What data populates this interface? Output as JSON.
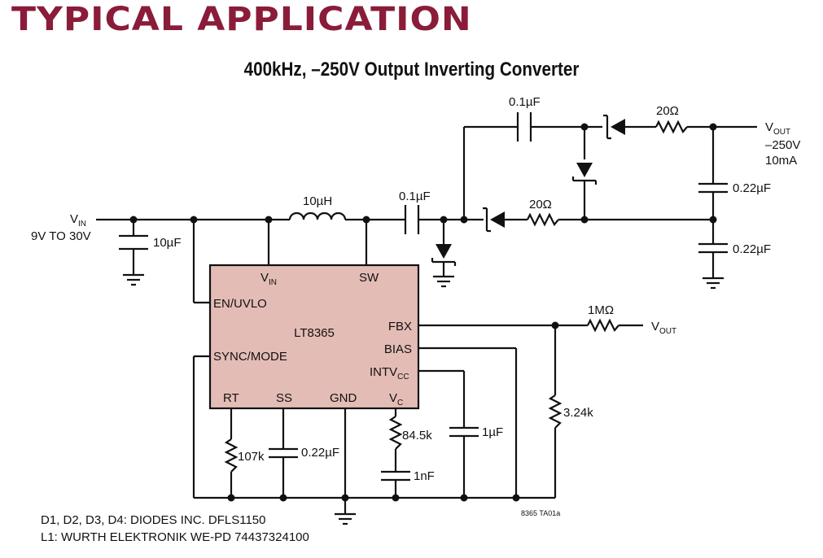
{
  "header": "TYPICAL APPLICATION",
  "subtitle": "400kHz, –250V Output Inverting Converter",
  "ic": {
    "name": "LT8365",
    "pins": {
      "vin": "V",
      "vin_sub": "IN",
      "sw": "SW",
      "en": "EN/UVLO",
      "sync": "SYNC/MODE",
      "fbx": "FBX",
      "bias": "BIAS",
      "intvcc": "INTV",
      "intvcc_sub": "CC",
      "rt": "RT",
      "ss": "SS",
      "gnd": "GND",
      "vc": "V",
      "vc_sub": "C"
    }
  },
  "labels": {
    "vin_main": "V",
    "vin_sub": "IN",
    "vin_range": "9V TO 30V",
    "c_in": "10µF",
    "l1": "10µH",
    "c_sw": "0.1µF",
    "c_top": "0.1µF",
    "r_top": "20Ω",
    "r_mid": "20Ω",
    "vout_main": "V",
    "vout_sub": "OUT",
    "vout_v": "–250V",
    "vout_i": "10mA",
    "c_out1": "0.22µF",
    "c_out2": "0.22µF",
    "r_fb_top": "1MΩ",
    "vout_fb_main": "V",
    "vout_fb_sub": "OUT",
    "r_fb_bot": "3.24k",
    "r_rt": "107k",
    "c_ss": "0.22µF",
    "r_vc": "84.5k",
    "c_vc": "1nF",
    "c_intvcc": "1µF"
  },
  "notes": [
    "D1, D2, D3, D4: DIODES INC. DFLS1150",
    "L1: WURTH ELEKTRONIK WE-PD 74437324100"
  ],
  "figure_id": "8365 TA01a",
  "colors": {
    "header": "#8a1c3a",
    "ic_fill": "#e4bcb6",
    "ink": "#111111"
  }
}
